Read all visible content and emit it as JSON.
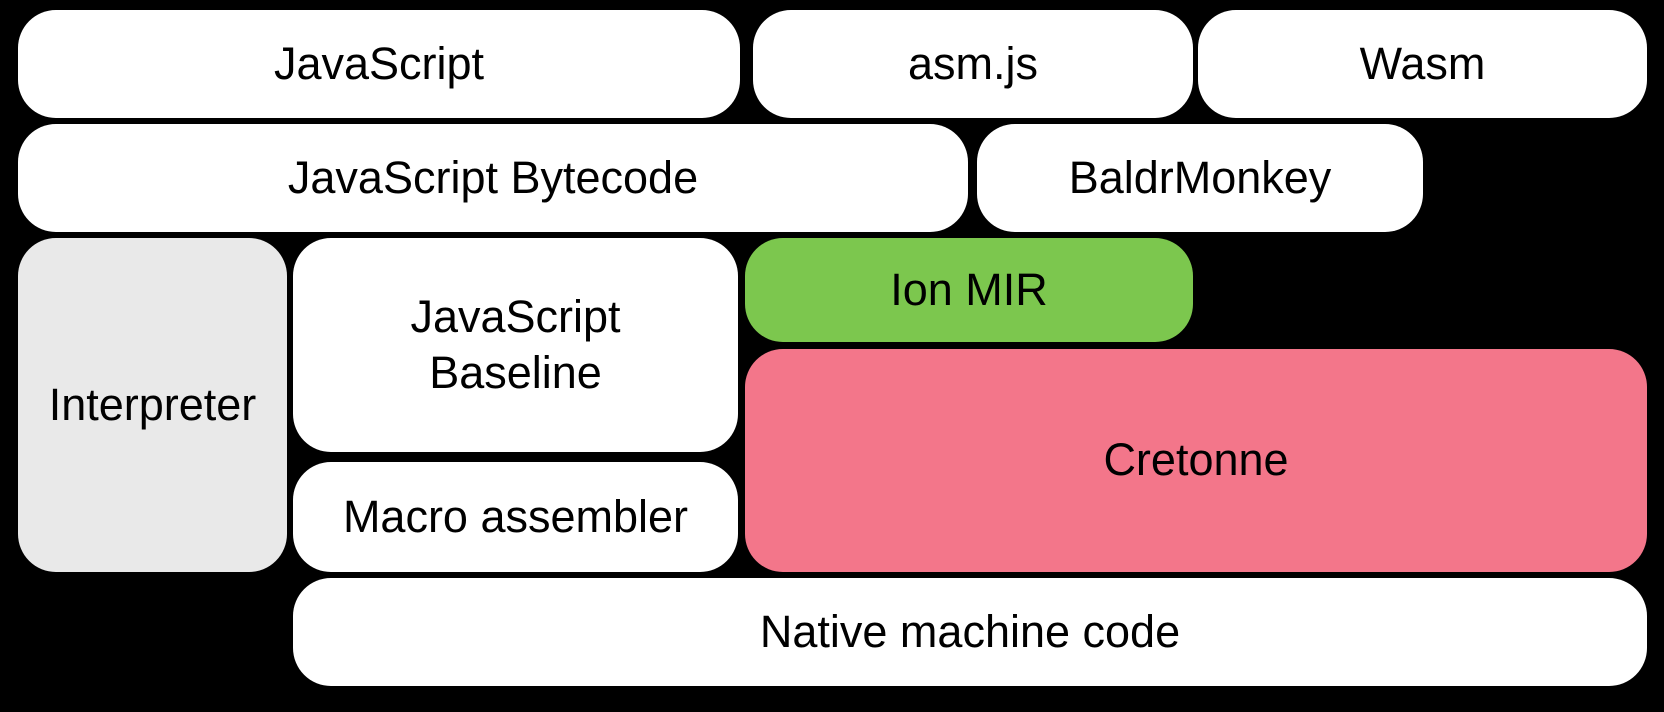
{
  "colors": {
    "background": "#000000",
    "default_box": "#ffffff",
    "interpreter_box": "#e9e9e9",
    "ion_mir_box": "#7cc74e",
    "cretonne_box": "#f3768a",
    "text": "#000000"
  },
  "boxes": {
    "javascript": {
      "label": "JavaScript"
    },
    "asmjs": {
      "label": "asm.js"
    },
    "wasm": {
      "label": "Wasm"
    },
    "bytecode": {
      "label": "JavaScript Bytecode"
    },
    "baldrmonkey": {
      "label": "BaldrMonkey"
    },
    "interpreter": {
      "label": "Interpreter"
    },
    "baseline": {
      "label": "JavaScript Baseline"
    },
    "ion_mir": {
      "label": "Ion MIR"
    },
    "cretonne": {
      "label": "Cretonne"
    },
    "macro_assembler": {
      "label": "Macro assembler"
    },
    "native": {
      "label": "Native machine code"
    }
  }
}
